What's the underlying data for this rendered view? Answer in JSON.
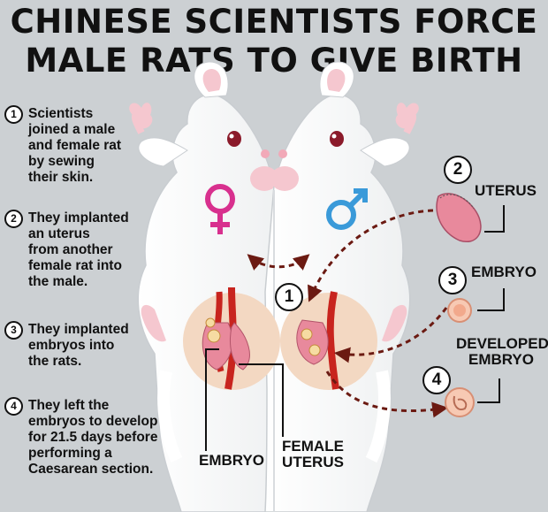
{
  "title": {
    "line1": "CHINESE SCIENTISTS FORCE",
    "line2": "MALE RATS TO GIVE BIRTH"
  },
  "steps": [
    {
      "num": "1",
      "text": "Scientists\njoined a male\nand female rat\nby sewing\ntheir skin."
    },
    {
      "num": "2",
      "text": "They implanted\nan uterus\nfrom another\nfemale rat into\nthe male."
    },
    {
      "num": "3",
      "text": "They implanted\nembryos into\nthe rats."
    },
    {
      "num": "4",
      "text": "They left the\nembryos to develop\nfor 21.5 days before\nperforming a\nCaesarean section."
    }
  ],
  "diagram": {
    "center_num": "1",
    "uterus_num": "2",
    "embryo_num": "3",
    "developed_num": "4",
    "uterus_label": "UTERUS",
    "embryo_label": "EMBRYO",
    "developed_label": "DEVELOPED\nEMBRYO",
    "bottom_embryo_label": "EMBRYO",
    "female_uterus_label": "FEMALE\nUTERUS",
    "female_symbol": "female-symbol-icon",
    "male_symbol": "male-symbol-icon"
  },
  "colors": {
    "background": "#ccd0d3",
    "female": "#d8308e",
    "male": "#3a9ad9",
    "arrow": "#6b1a12",
    "uterus": "#e8899c",
    "rat_body": "#ffffff",
    "belly": "#f3d8c2"
  }
}
